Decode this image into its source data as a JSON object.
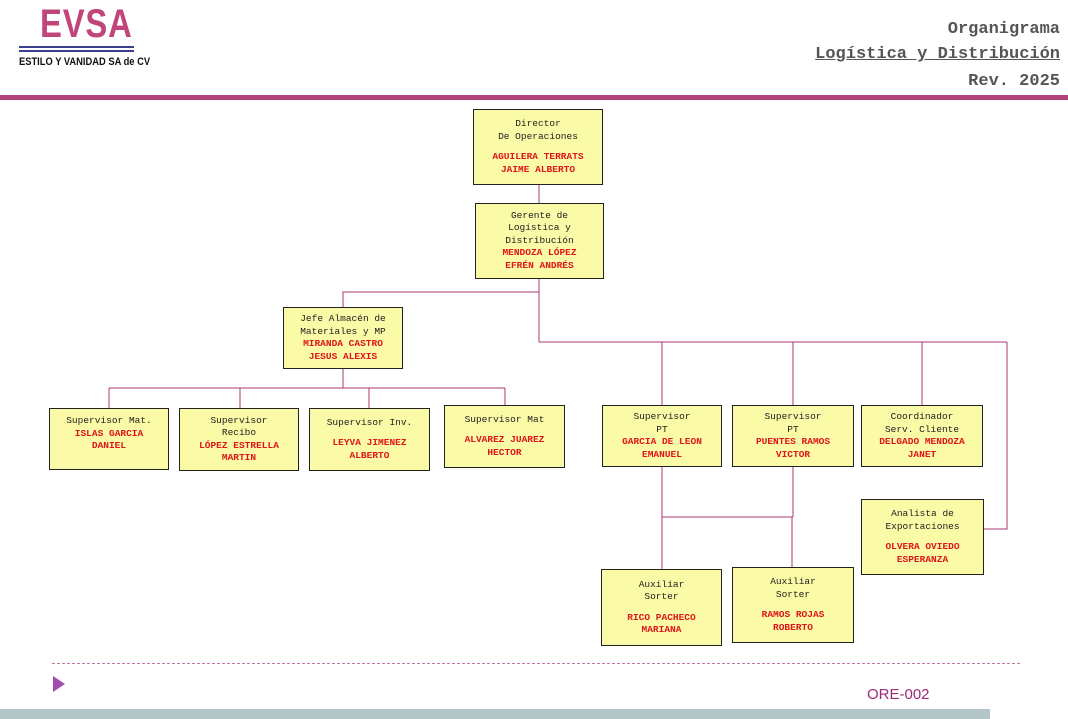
{
  "logo": {
    "text": "EVSA",
    "subtitle": "ESTILO Y VANIDAD SA de CV"
  },
  "header": {
    "line1": "Organigrama",
    "line2": "Logística y Distribución",
    "line3": "Rev. 2025"
  },
  "nodes": {
    "director": {
      "title": "Director\nDe Operaciones",
      "name": "AGUILERA TERRATS\nJAIME ALBERTO"
    },
    "gerente": {
      "title": "Gerente de\nLogística y\nDistribución",
      "name": "MENDOZA LÓPEZ\nEFRÉN ANDRÉS"
    },
    "jefe_almacen": {
      "title": "Jefe Almacén de\nMateriales y MP",
      "name": "MIRANDA CASTRO\nJESUS ALEXIS"
    },
    "sup_mat_1": {
      "title": "Supervisor Mat.",
      "name": "ISLAS GARCIA\nDANIEL"
    },
    "sup_recibo": {
      "title": "Supervisor\nRecibo",
      "name": "LÓPEZ ESTRELLA\nMARTIN"
    },
    "sup_inv": {
      "title": "Supervisor Inv.",
      "name": "LEYVA JIMENEZ\nALBERTO"
    },
    "sup_mat_2": {
      "title": "Supervisor Mat",
      "name": "ALVAREZ JUAREZ\nHECTOR"
    },
    "sup_pt_1": {
      "title": "Supervisor\nPT",
      "name": "GARCIA DE LEON\nEMANUEL"
    },
    "sup_pt_2": {
      "title": "Supervisor\nPT",
      "name": "PUENTES RAMOS\nVICTOR"
    },
    "coordinador": {
      "title": "Coordinador\nServ. Cliente",
      "name": "DELGADO MENDOZA\nJANET"
    },
    "analista": {
      "title": "Analista de\nExportaciones",
      "name": "OLVERA OVIEDO\nESPERANZA"
    },
    "aux_1": {
      "title": "Auxiliar\nSorter",
      "name": "RICO PACHECO\nMARIANA"
    },
    "aux_2": {
      "title": "Auxiliar\nSorter",
      "name": "RAMOS ROJAS\nROBERTO"
    }
  },
  "footer": {
    "code": "ORE-002"
  },
  "colors": {
    "brand": "#c0457a",
    "box_fill": "#fafaa7",
    "name_red": "#e0141a",
    "connector": "#a8386e"
  }
}
